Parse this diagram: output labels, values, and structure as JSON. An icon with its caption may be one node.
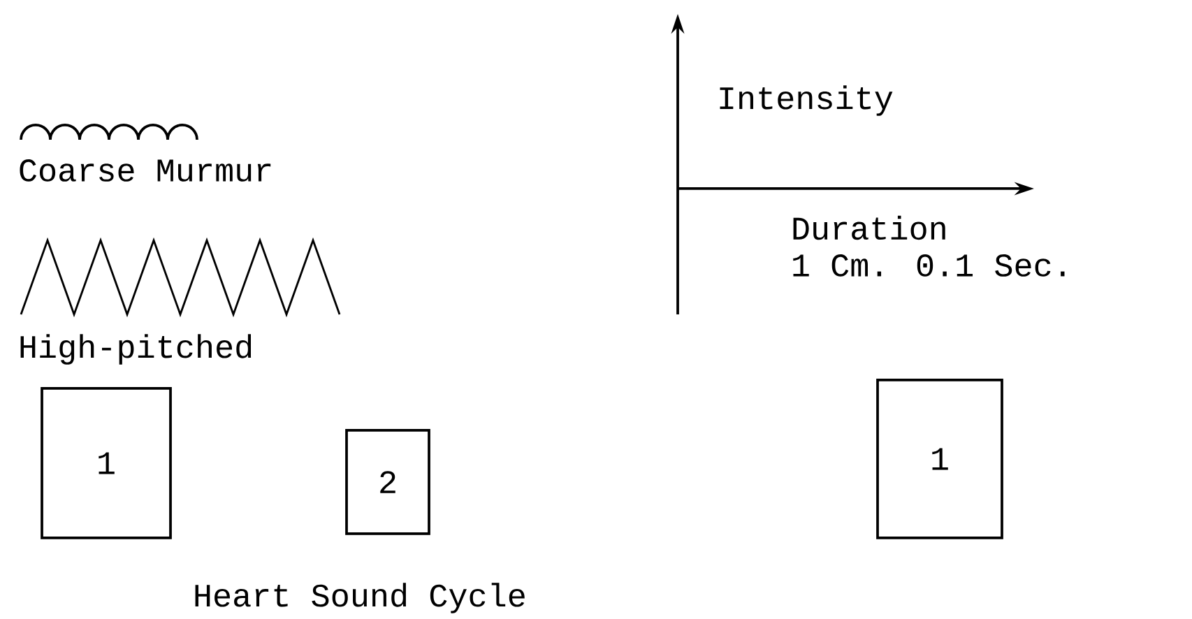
{
  "diagram": {
    "caption": "Heart Sound Cycle",
    "nodes": [
      {
        "text": [
          "1"
        ]
      },
      {
        "text": [
          "2"
        ]
      },
      {
        "text": [
          "1"
        ]
      }
    ],
    "labels": [
      "Intensity",
      "Duration",
      "1 Cm. 0.1 Sec."
    ],
    "legend": [
      {
        "text": "Coarse Murmur"
      },
      {
        "text": "High-pitched"
      }
    ]
  }
}
